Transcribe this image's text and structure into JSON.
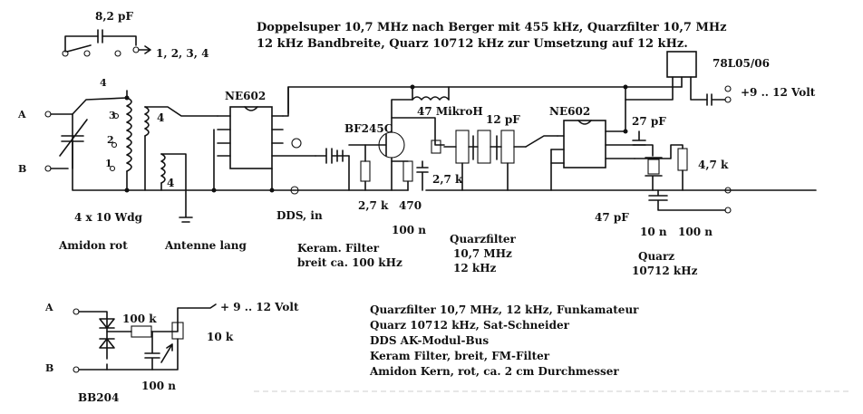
{
  "header": {
    "line1": "Doppelsuper 10,7 MHz nach Berger mit 455 kHz, Quarzfilter 10,7 MHz",
    "line2": "12 kHz Bandbreite, Quarz 10712 kHz zur Umsetzung auf 12 kHz."
  },
  "switch_cap": "8,2 pF",
  "switch_positions": "1, 2, 3, 4",
  "terminals": {
    "a": "A",
    "b": "B"
  },
  "coil": {
    "tap4": "4",
    "tap3": "3",
    "tap2": "2",
    "tap1": "1",
    "secondary": "4",
    "antenna_tap": "4"
  },
  "labels": {
    "windings": "4 x 10 Wdg",
    "core": "Amidon rot",
    "antenna": "Antenne lang",
    "mixer1": "NE602",
    "mixer2": "NE602",
    "fet": "BF245C",
    "inductor": "47 MikroH",
    "cap_12p": "12 pF",
    "cap_27p": "27 pF",
    "res_27k_a": "2,7 k",
    "res_27k_b": "2,7 k",
    "res_470": "470",
    "cap_100n_a": "100 n",
    "dds_in": "DDS, in",
    "ceramic_filter_1": "Keram. Filter",
    "ceramic_filter_2": "breit ca. 100 kHz",
    "qfilter_1": "Quarzfilter",
    "qfilter_2": "10,7 MHz",
    "qfilter_3": "12 kHz",
    "cap_47p": "47 pF",
    "cap_10n": "10 n",
    "cap_100n_b": "100 n",
    "quartz_1": "Quarz",
    "quartz_2": "10712 kHz",
    "regulator": "78L05/06",
    "supply": "+9 .. 12 Volt",
    "res_47k": "4,7 k"
  },
  "inset": {
    "a": "A",
    "b": "B",
    "supply": "+ 9 .. 12 Volt",
    "res_100k": "100 k",
    "res_10k": "10 k",
    "cap_100n": "100 n",
    "diode": "BB204"
  },
  "notes": [
    "Quarzfilter 10,7 MHz, 12 kHz, Funkamateur",
    "Quarz 10712 kHz, Sat-Schneider",
    "DDS AK-Modul-Bus",
    "Keram Filter, breit, FM-Filter",
    "Amidon Kern, rot, ca. 2 cm Durchmesser"
  ]
}
